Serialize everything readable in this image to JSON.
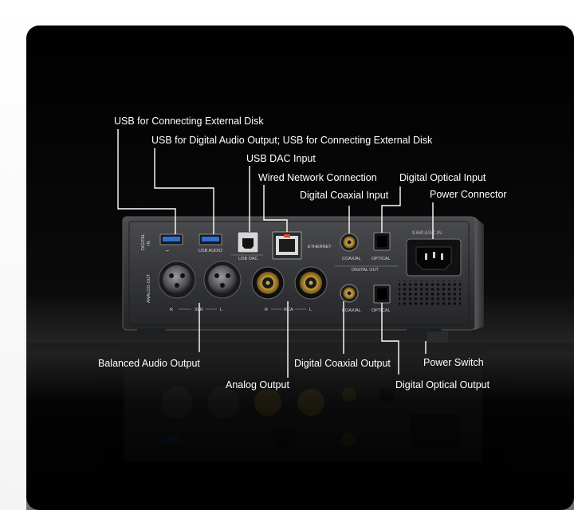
{
  "callouts": {
    "usb_disk": "USB for Connecting External Disk",
    "usb_digital_audio": "USB for Digital Audio Output; USB for Connecting External Disk",
    "usb_dac": "USB DAC Input",
    "wired_network": "Wired Network Connection",
    "digital_optical_input": "Digital Optical Input",
    "digital_coaxial_input": "Digital Coaxial Input",
    "power_connector": "Power Connector",
    "balanced_audio_output": "Balanced Audio Output",
    "analog_output": "Analog Output",
    "digital_coaxial_output": "Digital Coaxial Output",
    "power_switch": "Power Switch",
    "digital_optical_output": "Digital Optical Output"
  },
  "panel_labels": {
    "digital_in_line1": "DIGITAL",
    "digital_in_line2": "IN",
    "usb_symbol": "⭠",
    "usb_audio": "USB AUDIO",
    "usb_dac": "USB DAC",
    "ethernet": "ETHERNET",
    "coaxial_in": "COAXIAL",
    "optical_in": "OPTICAL",
    "digital_out": "DIGITAL OUT",
    "coaxial_out": "COAXIAL",
    "optical_out": "OPTICAL",
    "analog_out": "ANALOG OUT",
    "xlr_r": "R",
    "xlr": "XLR",
    "xlr_l": "L",
    "rca_r": "R",
    "rca": "RCA",
    "rca_l": "L",
    "power_rating": "9.6W  A/AC IN"
  },
  "colors": {
    "background_panel": "#050505",
    "device_body": "#3a3b3e",
    "usb_blue": "#2f6fd8",
    "rca_gold": "#c9a64a",
    "leader_line": "#ffffff"
  }
}
